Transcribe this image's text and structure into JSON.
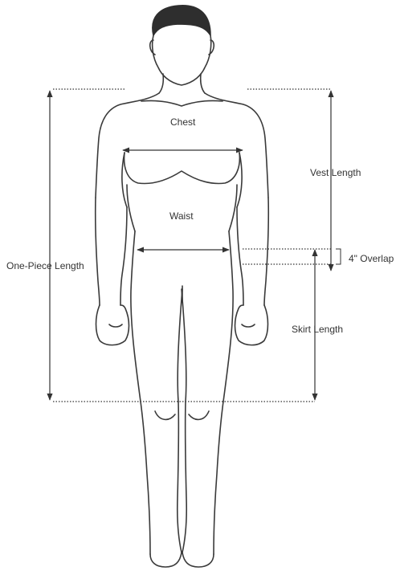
{
  "diagram": {
    "line_color": "#333333",
    "labels": {
      "chest": "Chest",
      "waist": "Waist",
      "vest_length": "Vest Length",
      "overlap": "4\" Overlap",
      "skirt_length": "Skirt Length",
      "one_piece_length": "One-Piece Length"
    },
    "figure": "human-body-outline"
  }
}
